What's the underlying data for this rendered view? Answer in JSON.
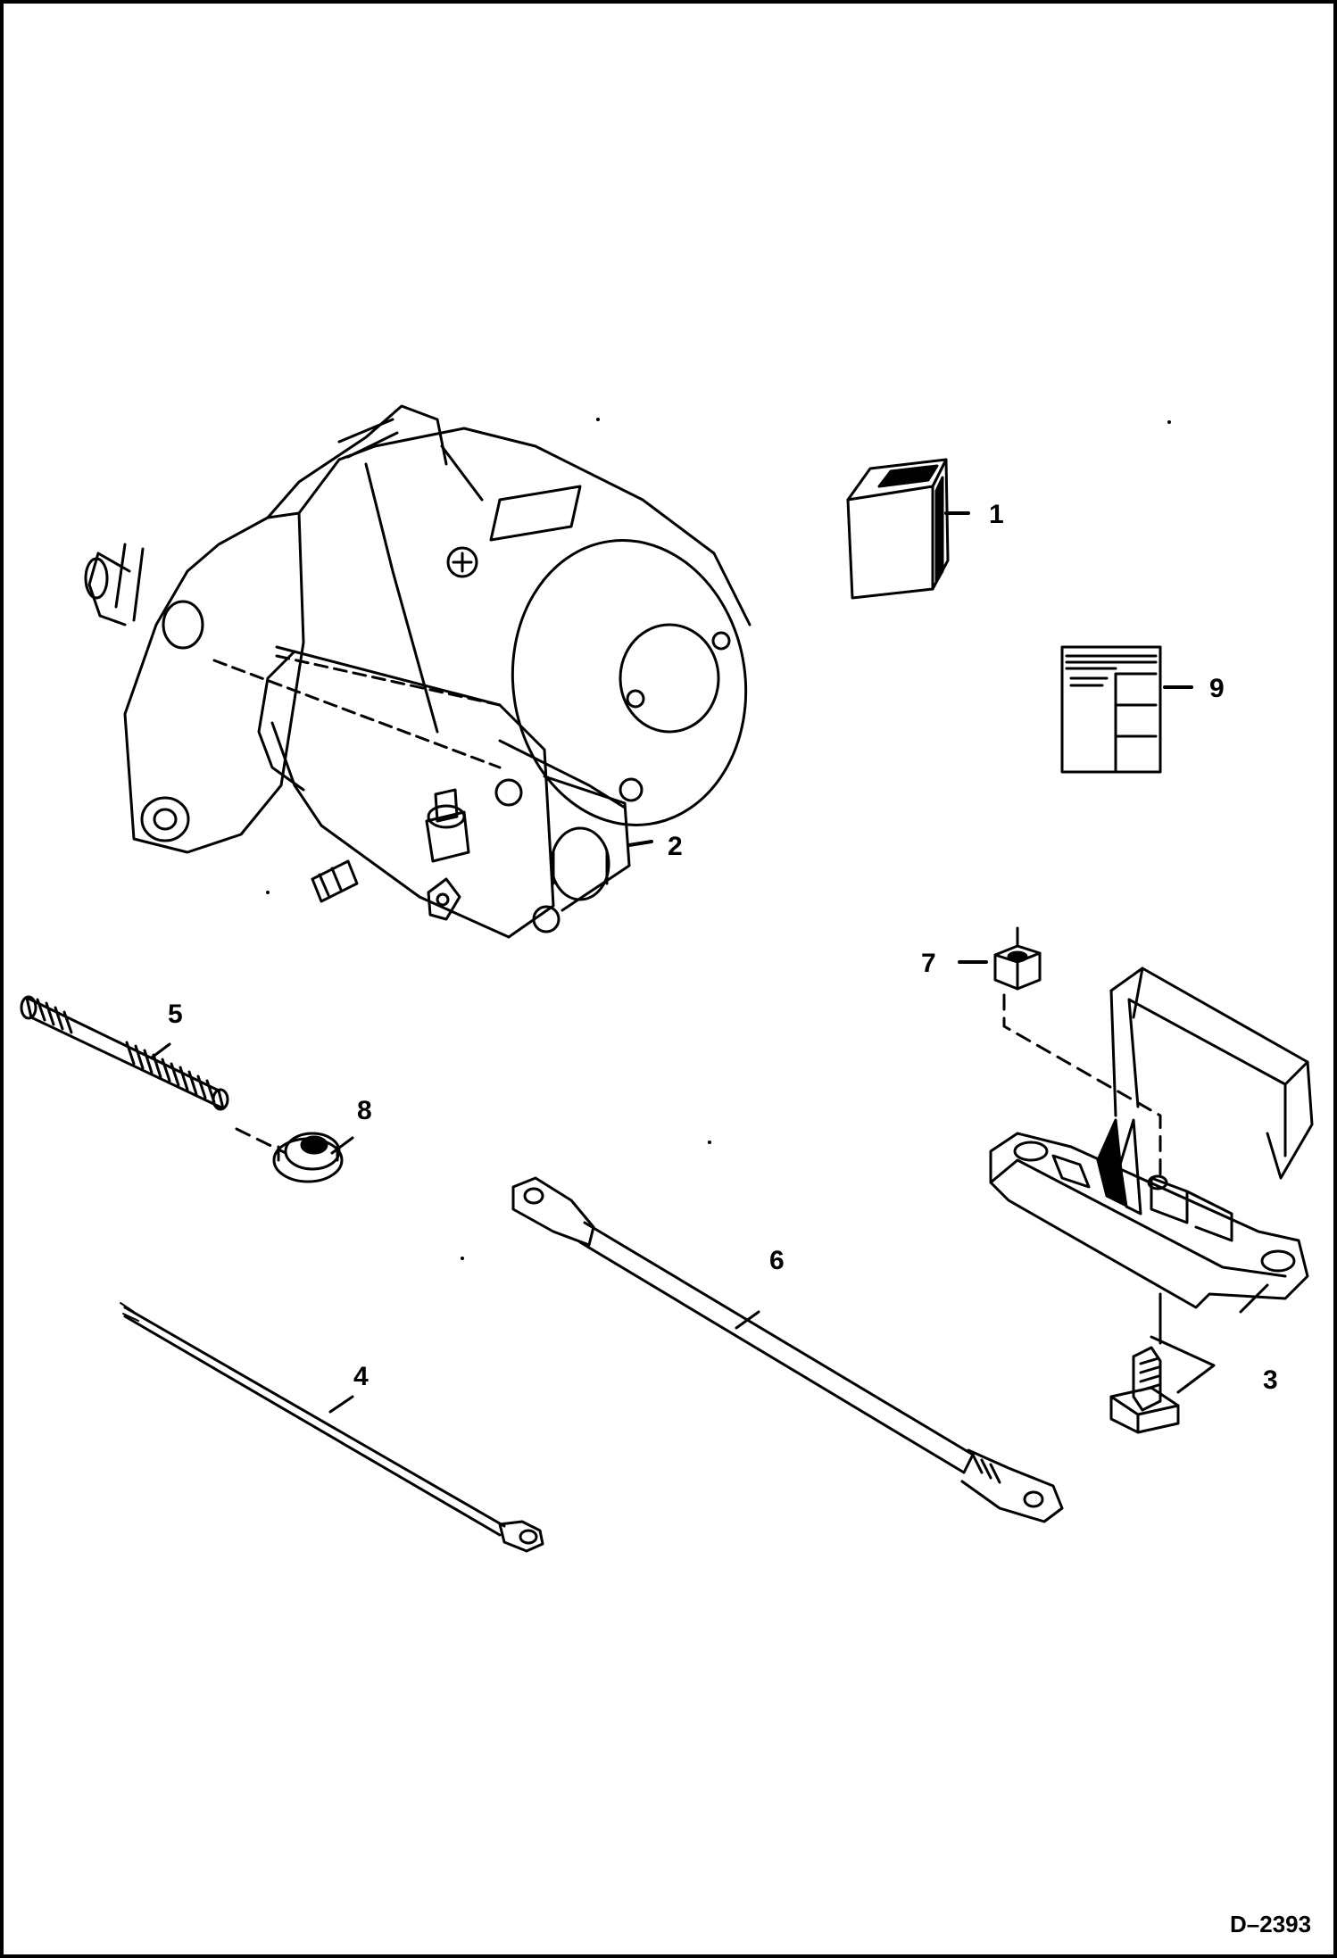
{
  "callouts": {
    "c1": "1",
    "c2": "2",
    "c3": "3",
    "c4": "4",
    "c5": "5",
    "c6": "6",
    "c7": "7",
    "c8": "8",
    "c9": "9"
  },
  "drawing_id": "D–2393"
}
